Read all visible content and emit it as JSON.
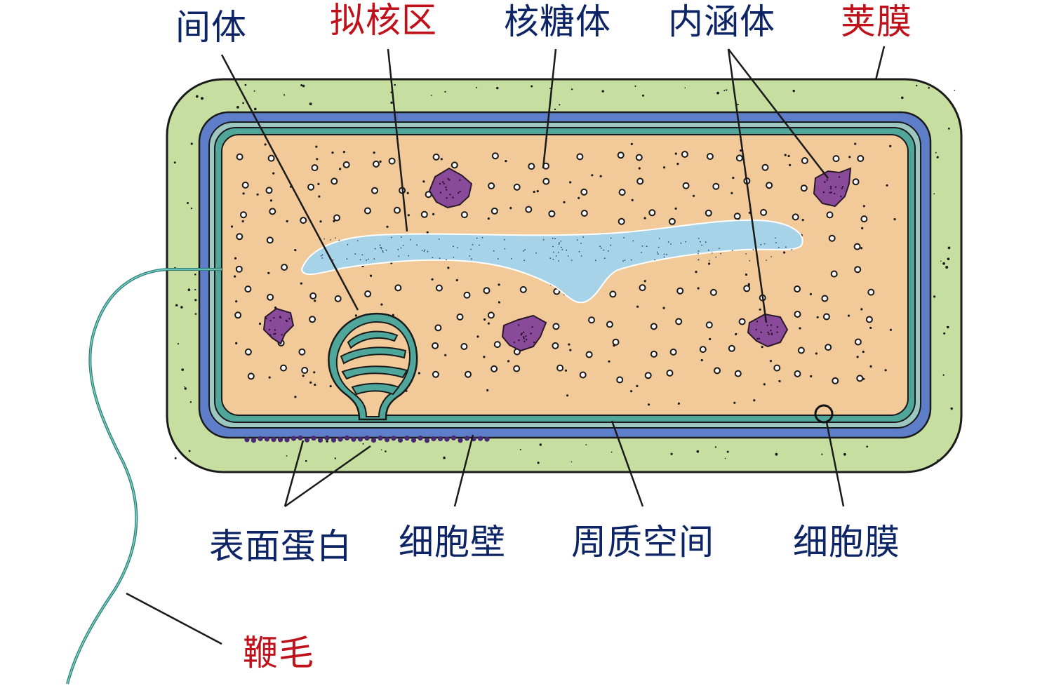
{
  "labels": {
    "mesosome": "间体",
    "nucleoid": "拟核区",
    "ribosome": "核糖体",
    "inclusion_body": "内涵体",
    "capsule": "荚膜",
    "surface_protein": "表面蛋白",
    "cell_wall": "细胞壁",
    "periplasmic_space": "周质空间",
    "cell_membrane": "细胞膜",
    "flagellum": "鞭毛"
  },
  "colors": {
    "label_blue": "#0d2566",
    "label_red": "#c0101a",
    "capsule": "#c6dfa0",
    "cell_wall": "#5f7ec9",
    "membrane": "#4ea79a",
    "cytoplasm": "#f2c998",
    "nucleoid": "#a7d3e8",
    "inclusion": "#8a4a9a",
    "surface_protein": "#4a2a78"
  }
}
